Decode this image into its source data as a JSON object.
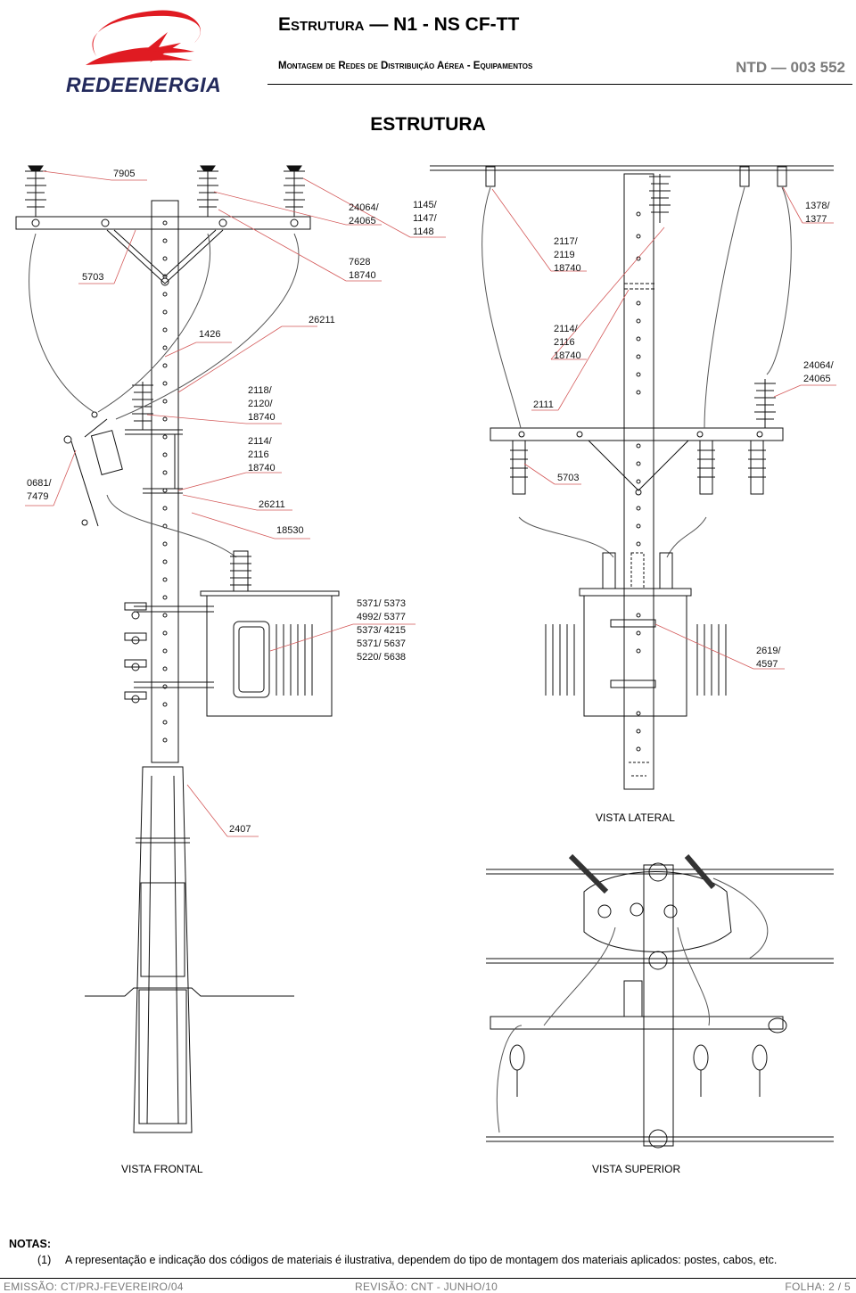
{
  "header": {
    "brand": "REDEENERGIA",
    "title": "Estrutura — N1 - NS CF-TT",
    "subtitle": "Montagem de Redes de Distribuição Aérea - Equipamentos",
    "doc_code": "NTD — 003 552"
  },
  "section_title": "ESTRUTURA",
  "labels": {
    "front": {
      "l7905": "7905",
      "l5703": "5703",
      "l24064": [
        "24064/",
        "24065"
      ],
      "l7628": [
        "7628",
        "18740"
      ],
      "l1426": "1426",
      "l26211_top": "26211",
      "l2118": [
        "2118/",
        "2120/",
        "18740"
      ],
      "l2114": [
        "2114/",
        "2116",
        "18740"
      ],
      "l26211_bot": "26211",
      "l0681": [
        "0681/",
        "7479"
      ],
      "l18530": "18530",
      "l5371": [
        "5371/ 5373",
        "4992/ 5377",
        "5373/ 4215",
        "5371/ 5637",
        "5220/ 5638"
      ],
      "l2407": "2407"
    },
    "side": {
      "l1145": [
        "1145/",
        "1147/",
        "1148"
      ],
      "l2117": [
        "2117/",
        "2119",
        "18740"
      ],
      "l1378": [
        "1378/",
        "1377"
      ],
      "l2114": [
        "2114/",
        "2116",
        "18740"
      ],
      "l24064": [
        "24064/",
        "24065"
      ],
      "l2111": "2111",
      "l5703": "5703",
      "l2619": [
        "2619/",
        "4597"
      ]
    }
  },
  "views": {
    "frontal": "VISTA FRONTAL",
    "lateral": "VISTA LATERAL",
    "superior": "VISTA SUPERIOR"
  },
  "notes": {
    "heading": "NOTAS:",
    "items": [
      {
        "num": "(1)",
        "text": "A representação e indicação dos códigos de materiais é ilustrativa, dependem do tipo de montagem dos materiais aplicados: postes, cabos, etc."
      }
    ]
  },
  "footer": {
    "emissao": "EMISSÃO: CT/PRJ-FEVEREIRO/04",
    "revisao": "REVISÃO: CNT - JUNHO/10",
    "folha": "FOLHA: 2 / 5"
  },
  "colors": {
    "logo_red": "#e01b22",
    "logo_dark": "#232a5c",
    "gray_text": "#7a7a7a",
    "leader": "#d45a5a"
  }
}
